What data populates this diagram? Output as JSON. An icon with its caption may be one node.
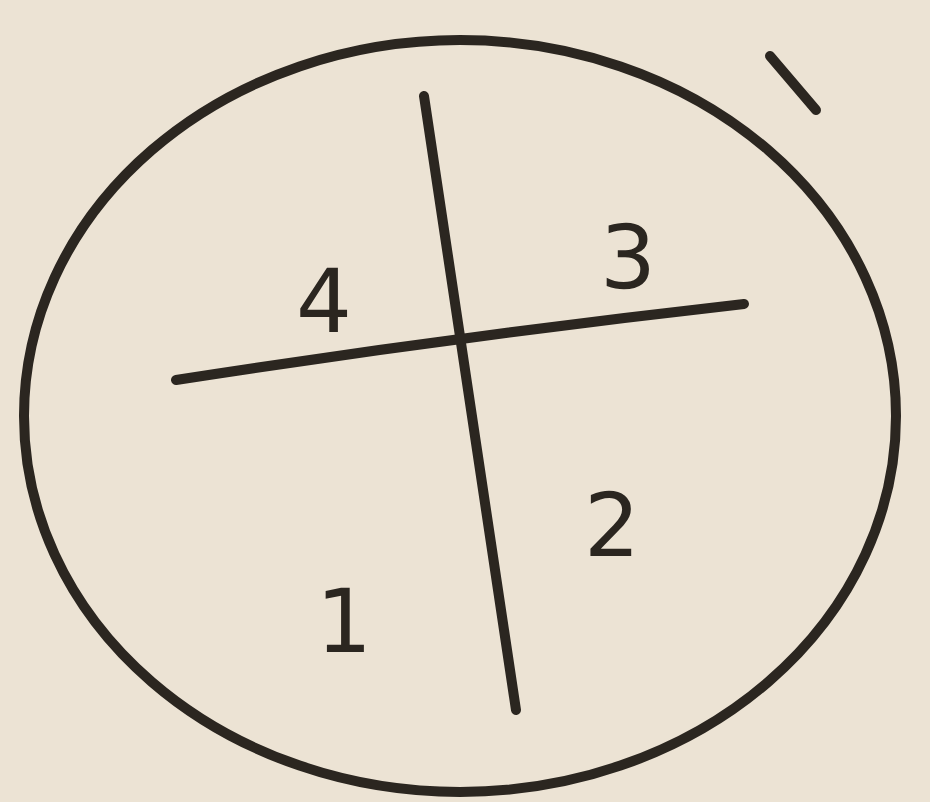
{
  "diagram": {
    "labels": [
      "4",
      "3",
      "1",
      "2"
    ]
  }
}
